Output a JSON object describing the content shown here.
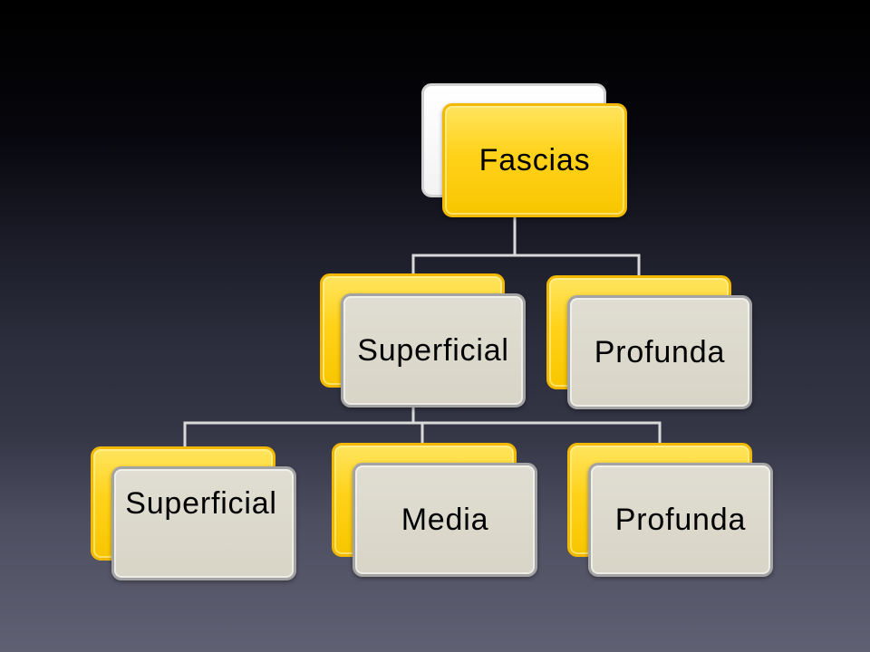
{
  "diagram": {
    "root": {
      "label": "Fascias",
      "children": [
        {
          "label": "Superficial",
          "children": [
            {
              "label": "Superficial"
            },
            {
              "label": "Media"
            },
            {
              "label": "Profunda"
            }
          ]
        },
        {
          "label": "Profunda",
          "children": []
        }
      ]
    }
  },
  "colors": {
    "yellow_fill": "#ffd21a",
    "yellow_border": "#f2b900",
    "gray_fill": "#d8d5c7",
    "gray_border": "#a4a4a4",
    "white_fill": "#f3f3f3",
    "connector": "#d9d9d9",
    "background_top": "#000000",
    "background_bottom": "#606073"
  }
}
